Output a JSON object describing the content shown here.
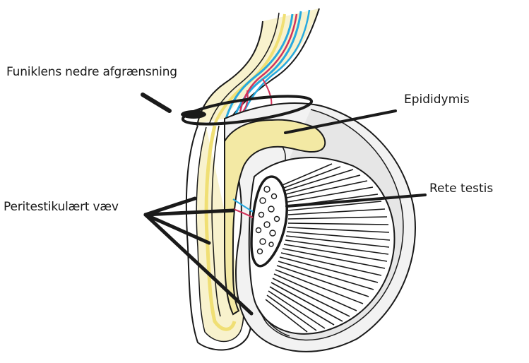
{
  "labels": {
    "funicle_lower_boundary": "Funiklens nedre afgrænsning",
    "epididymis": "Epididymis",
    "rete_testis": "Rete testis",
    "peritesticular_tissue": "Peritestikulært væv"
  },
  "colors": {
    "ink": "#1a1a1a",
    "yellow_layer": "#f3e9a4",
    "pale_yellow": "#f8f2cd",
    "vein_blue": "#27a9df",
    "artery_red": "#d2335b",
    "shading_gray": "#dcdcdc",
    "background": "#ffffff"
  }
}
